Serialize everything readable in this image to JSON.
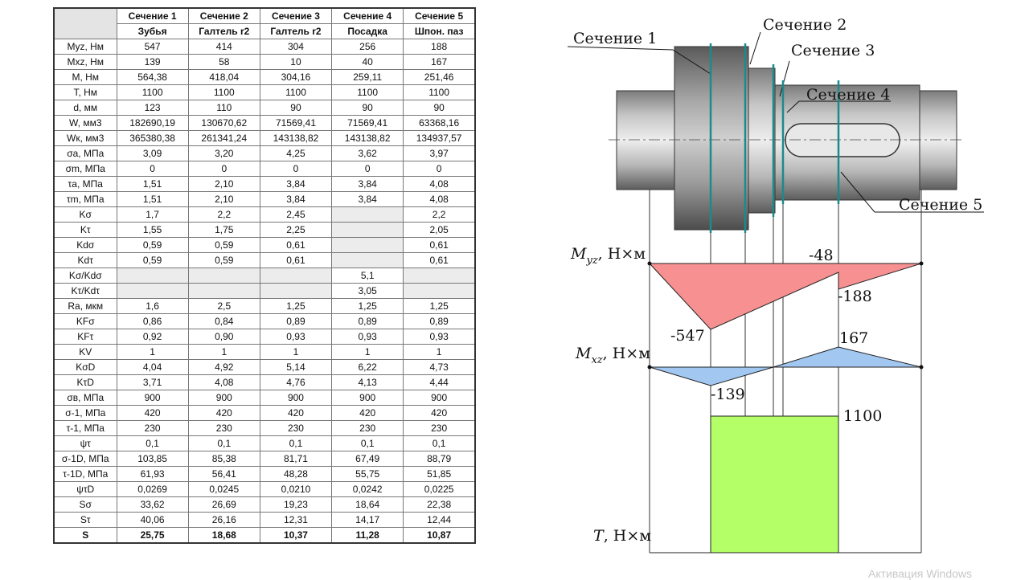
{
  "table": {
    "corner": "",
    "sections": [
      "Сечение 1",
      "Сечение 2",
      "Сечение 3",
      "Сечение 4",
      "Сечение 5"
    ],
    "types": [
      "Зубья",
      "Галтель r2",
      "Галтель r2",
      "Посадка",
      "Шпон. паз"
    ],
    "rows": [
      {
        "label": "Myz, Нм",
        "v": [
          "547",
          "414",
          "304",
          "256",
          "188"
        ]
      },
      {
        "label": "Mxz, Нм",
        "v": [
          "139",
          "58",
          "10",
          "40",
          "167"
        ]
      },
      {
        "label": "M, Нм",
        "v": [
          "564,38",
          "418,04",
          "304,16",
          "259,11",
          "251,46"
        ]
      },
      {
        "label": "T, Нм",
        "v": [
          "1100",
          "1100",
          "1100",
          "1100",
          "1100"
        ]
      },
      {
        "label": "d, мм",
        "v": [
          "123",
          "110",
          "90",
          "90",
          "90"
        ]
      },
      {
        "label": "W, мм3",
        "v": [
          "182690,19",
          "130670,62",
          "71569,41",
          "71569,41",
          "63368,16"
        ]
      },
      {
        "label": "Wк, мм3",
        "v": [
          "365380,38",
          "261341,24",
          "143138,82",
          "143138,82",
          "134937,57"
        ]
      },
      {
        "label": "σa, МПа",
        "v": [
          "3,09",
          "3,20",
          "4,25",
          "3,62",
          "3,97"
        ]
      },
      {
        "label": "σm, МПа",
        "v": [
          "0",
          "0",
          "0",
          "0",
          "0"
        ]
      },
      {
        "label": "τa, МПа",
        "v": [
          "1,51",
          "2,10",
          "3,84",
          "3,84",
          "4,08"
        ]
      },
      {
        "label": "τm, МПа",
        "v": [
          "1,51",
          "2,10",
          "3,84",
          "3,84",
          "4,08"
        ]
      },
      {
        "label": "Kσ",
        "v": [
          "1,7",
          "2,2",
          "2,45",
          "",
          "2,2"
        ]
      },
      {
        "label": "Kτ",
        "v": [
          "1,55",
          "1,75",
          "2,25",
          "",
          "2,05"
        ]
      },
      {
        "label": "Kdσ",
        "v": [
          "0,59",
          "0,59",
          "0,61",
          "",
          "0,61"
        ]
      },
      {
        "label": "Kdτ",
        "v": [
          "0,59",
          "0,59",
          "0,61",
          "",
          "0,61"
        ]
      },
      {
        "label": "Kσ/Kdσ",
        "v": [
          "",
          "",
          "",
          "5,1",
          ""
        ]
      },
      {
        "label": "Kτ/Kdτ",
        "v": [
          "",
          "",
          "",
          "3,05",
          ""
        ]
      },
      {
        "label": "Ra, мкм",
        "v": [
          "1,6",
          "2,5",
          "1,25",
          "1,25",
          "1,25"
        ]
      },
      {
        "label": "KFσ",
        "v": [
          "0,86",
          "0,84",
          "0,89",
          "0,89",
          "0,89"
        ]
      },
      {
        "label": "KFτ",
        "v": [
          "0,92",
          "0,90",
          "0,93",
          "0,93",
          "0,93"
        ]
      },
      {
        "label": "KV",
        "v": [
          "1",
          "1",
          "1",
          "1",
          "1"
        ]
      },
      {
        "label": "KσD",
        "v": [
          "4,04",
          "4,92",
          "5,14",
          "6,22",
          "4,73"
        ]
      },
      {
        "label": "KτD",
        "v": [
          "3,71",
          "4,08",
          "4,76",
          "4,13",
          "4,44"
        ]
      },
      {
        "label": "σв, МПа",
        "v": [
          "900",
          "900",
          "900",
          "900",
          "900"
        ]
      },
      {
        "label": "σ-1, МПа",
        "v": [
          "420",
          "420",
          "420",
          "420",
          "420"
        ]
      },
      {
        "label": "τ-1, МПа",
        "v": [
          "230",
          "230",
          "230",
          "230",
          "230"
        ]
      },
      {
        "label": "ψτ",
        "v": [
          "0,1",
          "0,1",
          "0,1",
          "0,1",
          "0,1"
        ]
      },
      {
        "label": "σ-1D, МПа",
        "v": [
          "103,85",
          "85,38",
          "81,71",
          "67,49",
          "88,79"
        ]
      },
      {
        "label": "τ-1D, МПа",
        "v": [
          "61,93",
          "56,41",
          "48,28",
          "55,75",
          "51,85"
        ]
      },
      {
        "label": "ψτD",
        "v": [
          "0,0269",
          "0,0245",
          "0,0210",
          "0,0242",
          "0,0225"
        ]
      },
      {
        "label": "Sσ",
        "v": [
          "33,62",
          "26,69",
          "19,23",
          "18,64",
          "22,38"
        ]
      },
      {
        "label": "Sτ",
        "v": [
          "40,06",
          "26,16",
          "12,31",
          "14,17",
          "12,44"
        ]
      }
    ],
    "total": {
      "label": "S",
      "v": [
        "25,75",
        "18,68",
        "10,37",
        "11,28",
        "10,87"
      ]
    }
  },
  "drawing": {
    "section_labels": [
      "Сечение 1",
      "Сечение 2",
      "Сечение 3",
      "Сечение 4",
      "Сечение 5"
    ],
    "myz": {
      "symbol": "M",
      "sub": "yz",
      "unit": ", Н×м",
      "v_min": "-547",
      "v_step_low": "-188",
      "v_step_high": "-48"
    },
    "mxz": {
      "symbol": "M",
      "sub": "xz",
      "unit": ", Н×м",
      "v_min": "-139",
      "v_max": "167"
    },
    "torque": {
      "symbol": "T",
      "unit": ", Н×м",
      "value": "1100"
    },
    "colors": {
      "myz_fill": "#f79191",
      "mxz_fill": "#a2c8f2",
      "torque_fill": "#b4ff68",
      "section_line": "#1b8a8c"
    }
  },
  "watermark": "Активация Windows"
}
